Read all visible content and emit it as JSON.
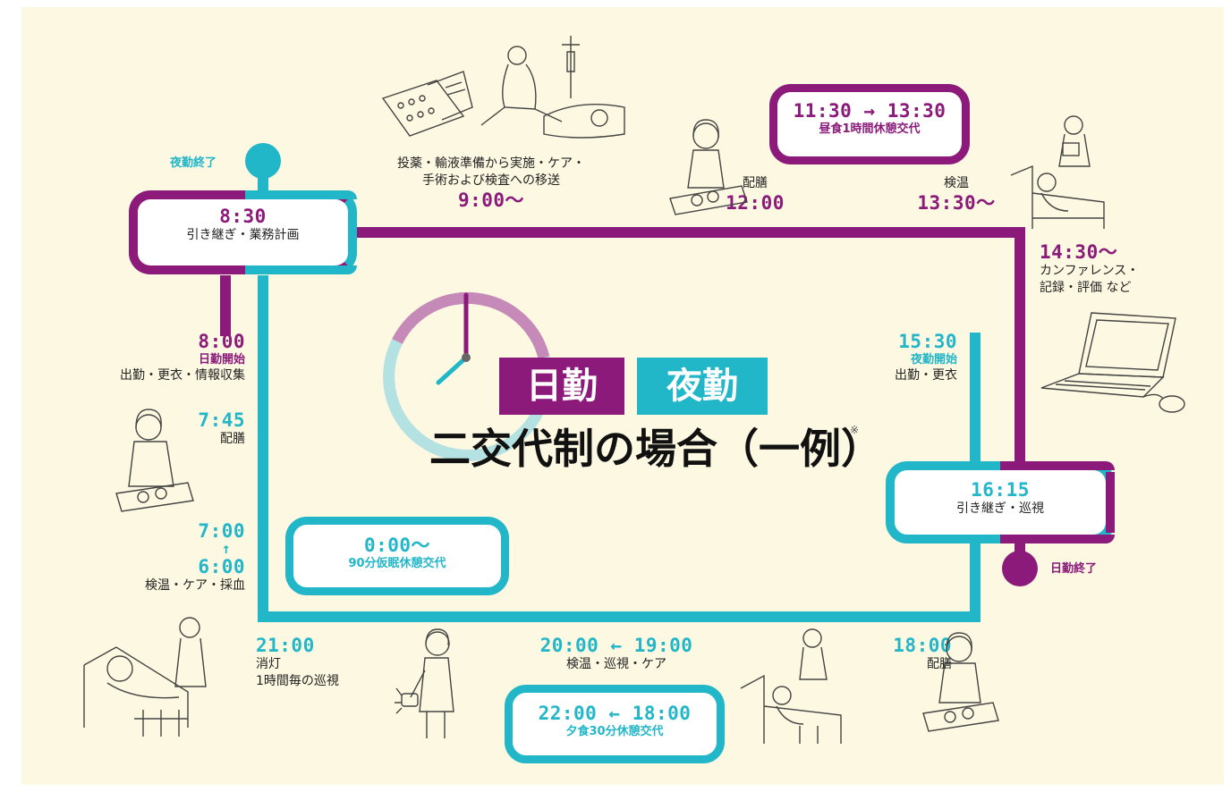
{
  "colors": {
    "day": "#8b1a7b",
    "night": "#22b6c9",
    "background": "#fdf8e1"
  },
  "center": {
    "badge_day": "日勤",
    "badge_night": "夜勤",
    "title": "二交代制の場合（一例）",
    "note_mark": "※"
  },
  "markers": {
    "night_end": "夜勤終了",
    "day_end": "日勤終了"
  },
  "events": {
    "handover_morning": {
      "time": "8:30",
      "text": "引き継ぎ・業務計画"
    },
    "medication": {
      "text_line1": "投薬・輸液準備から実施・ケア・",
      "text_line2": "手術および検査への移送",
      "time": "9:00～"
    },
    "lunch_serve": {
      "text": "配膳",
      "time": "12:00"
    },
    "lunch_break": {
      "time": "11:30 → 13:30",
      "text": "昼食1時間休憩交代"
    },
    "temp_check_pm": {
      "text": "検温",
      "time": "13:30～"
    },
    "conference": {
      "time": "14:30～",
      "text_line1": "カンファレンス・",
      "text_line2": "記録・評価 など"
    },
    "night_start": {
      "time": "15:30",
      "label": "夜勤開始",
      "text": "出勤・更衣"
    },
    "handover_evening": {
      "time": "16:15",
      "text": "引き継ぎ・巡視"
    },
    "day_start": {
      "time": "8:00",
      "label": "日勤開始",
      "text": "出勤・更衣・情報収集"
    },
    "breakfast_serve": {
      "time": "7:45",
      "text": "配膳"
    },
    "early_morning": {
      "time_top": "7:00",
      "arrow": "↑",
      "time_bottom": "6:00",
      "text": "検温・ケア・採血"
    },
    "nap_break": {
      "time": "0:00～",
      "text": "90分仮眠休憩交代"
    },
    "lights_out": {
      "time": "21:00",
      "text_line1": "消灯",
      "text_line2": "1時間毎の巡視"
    },
    "evening_check": {
      "time": "20:00 ← 19:00",
      "text": "検温・巡視・ケア"
    },
    "dinner_break": {
      "time": "22:00 ← 18:00",
      "text": "夕食30分休憩交代"
    },
    "dinner_serve": {
      "time": "18:00",
      "text": "配膳"
    }
  }
}
